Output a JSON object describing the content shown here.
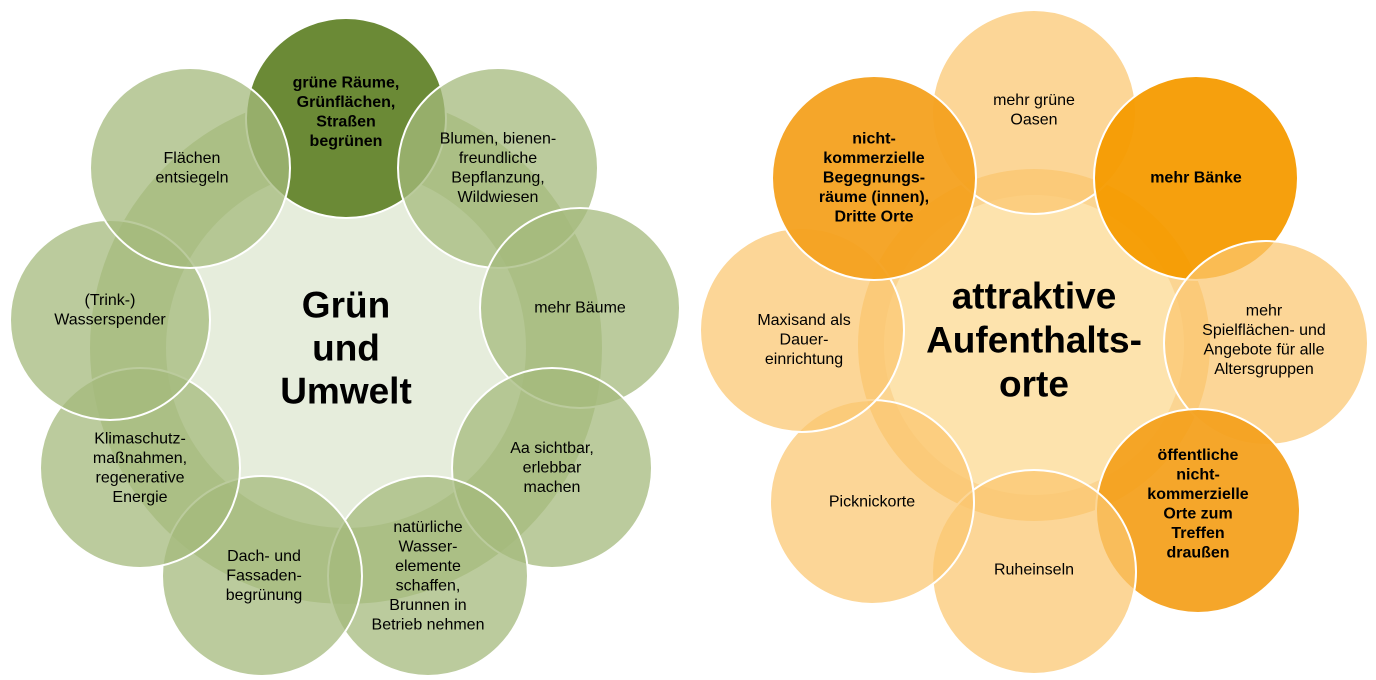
{
  "left": {
    "center": {
      "lines": [
        "Grün",
        "und",
        "Umwelt"
      ]
    },
    "colors": {
      "center": "#e6eddc",
      "ring": "#bfcd9f",
      "outer": "#a4b97c",
      "highlight": "#6b8a36"
    },
    "nodes": [
      {
        "lines": [
          "grüne Räume,",
          "Grünflächen,",
          "Straßen",
          "begrünen"
        ],
        "bold": true,
        "highlight": true,
        "icon": "none"
      },
      {
        "lines": [
          "Blumen, bienen-",
          "freundliche",
          "Bepflanzung,",
          "Wildwiesen"
        ],
        "bold": false,
        "highlight": false
      },
      {
        "lines": [
          "mehr Bäume"
        ],
        "bold": false,
        "highlight": false
      },
      {
        "lines": [
          "Aa sichtbar,",
          "erlebbar",
          "machen"
        ],
        "bold": false,
        "highlight": false
      },
      {
        "lines": [
          "natürliche",
          "Wasser-",
          "elemente",
          "schaffen,",
          "Brunnen in",
          "Betrieb nehmen"
        ],
        "bold": false,
        "highlight": false
      },
      {
        "lines": [
          "Dach- und",
          "Fassaden-",
          "begrünung"
        ],
        "bold": false,
        "highlight": false
      },
      {
        "lines": [
          "Klimaschutz-",
          "maßnahmen,",
          "regenerative",
          "Energie"
        ],
        "bold": false,
        "highlight": false
      },
      {
        "lines": [
          "(Trink-)",
          "Wasserspender"
        ],
        "bold": false,
        "highlight": false
      },
      {
        "lines": [
          "Flächen",
          "entsiegeln"
        ],
        "bold": false,
        "highlight": false
      }
    ]
  },
  "right": {
    "center": {
      "lines": [
        "attraktive",
        "Aufenthalts-",
        "orte"
      ]
    },
    "colors": {
      "center": "#fde3ad",
      "ring": "#fbd592",
      "outer": "#fbc66f",
      "highlight": "#f4a11f",
      "strong": "#f59b00"
    },
    "nodes": [
      {
        "lines": [
          "mehr grüne",
          "Oasen"
        ],
        "bold": false,
        "highlight": false
      },
      {
        "lines": [
          "mehr Bänke"
        ],
        "bold": true,
        "highlight": true
      },
      {
        "lines": [
          "mehr",
          "Spielflächen- und",
          "Angebote für alle",
          "Altersgruppen"
        ],
        "bold": false,
        "highlight": false
      },
      {
        "lines": [
          "öffentliche",
          "nicht-",
          "kommerzielle",
          "Orte zum",
          "Treffen",
          "draußen"
        ],
        "bold": true,
        "highlight": true
      },
      {
        "lines": [
          "Ruheinseln"
        ],
        "bold": false,
        "highlight": false
      },
      {
        "lines": [
          "Picknickorte"
        ],
        "bold": false,
        "highlight": false
      },
      {
        "lines": [
          "Maxisand als",
          "Dauer-",
          "einrichtung"
        ],
        "bold": false,
        "highlight": false
      },
      {
        "lines": [
          "nicht-",
          "kommerzielle",
          "Begegnungs-",
          "räume (innen),",
          "Dritte Orte"
        ],
        "bold": true,
        "highlight": true
      }
    ]
  }
}
